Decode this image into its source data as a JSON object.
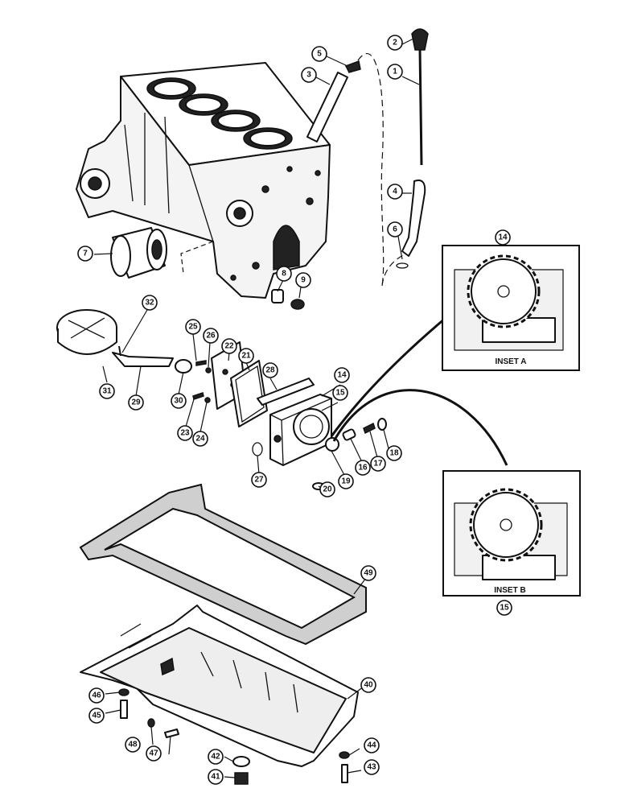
{
  "insets": {
    "a": {
      "title": "INSET A",
      "part": "14"
    },
    "b": {
      "title": "INSET B",
      "part": "15"
    }
  },
  "callouts": [
    "1",
    "2",
    "3",
    "4",
    "5",
    "6",
    "7",
    "8",
    "9",
    "14",
    "15",
    "16",
    "17",
    "18",
    "19",
    "20",
    "21",
    "22",
    "23",
    "24",
    "25",
    "26",
    "27",
    "28",
    "29",
    "30",
    "31",
    "32",
    "40",
    "41",
    "42",
    "43",
    "44",
    "45",
    "46",
    "47",
    "48",
    "49"
  ]
}
